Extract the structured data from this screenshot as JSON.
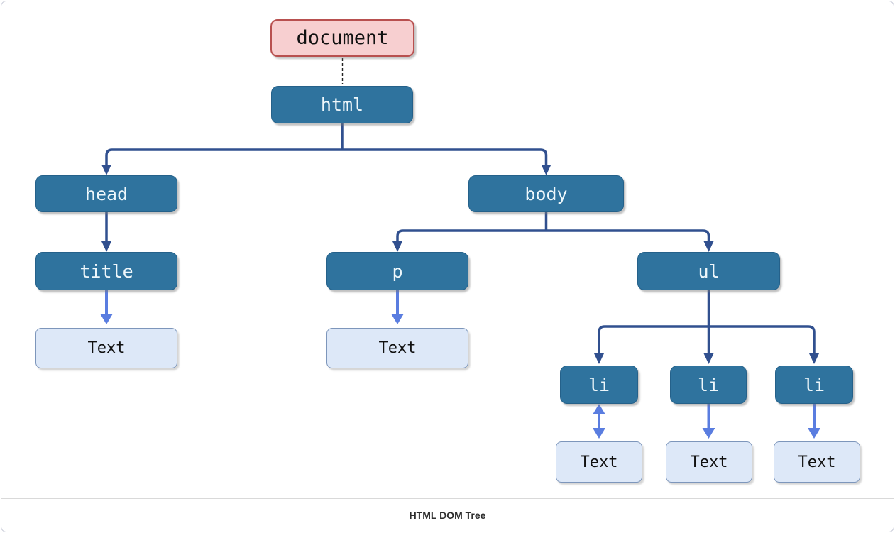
{
  "diagram": {
    "caption": "HTML DOM Tree",
    "nodes": {
      "document": {
        "label": "document"
      },
      "html": {
        "label": "html"
      },
      "head": {
        "label": "head"
      },
      "body": {
        "label": "body"
      },
      "title": {
        "label": "title"
      },
      "p": {
        "label": "p"
      },
      "ul": {
        "label": "ul"
      },
      "li1": {
        "label": "li"
      },
      "li2": {
        "label": "li"
      },
      "li3": {
        "label": "li"
      },
      "text_title": {
        "label": "Text"
      },
      "text_p": {
        "label": "Text"
      },
      "text_li1": {
        "label": "Text"
      },
      "text_li2": {
        "label": "Text"
      },
      "text_li3": {
        "label": "Text"
      }
    },
    "edges": [
      "document-html (dashed)",
      "html-head",
      "html-body",
      "head-title",
      "title-text",
      "body-p",
      "body-ul",
      "p-text",
      "ul-li1",
      "ul-li2",
      "ul-li3",
      "li1-text (double-headed)",
      "li2-text",
      "li3-text"
    ],
    "colors": {
      "element_fill": "#2f739e",
      "document_fill": "#f7cfd0",
      "document_border": "#b8504f",
      "text_fill": "#dde8f8",
      "text_border": "#7d96bb",
      "arrow_dark": "#31508f",
      "arrow_light": "#5a7de0"
    }
  }
}
